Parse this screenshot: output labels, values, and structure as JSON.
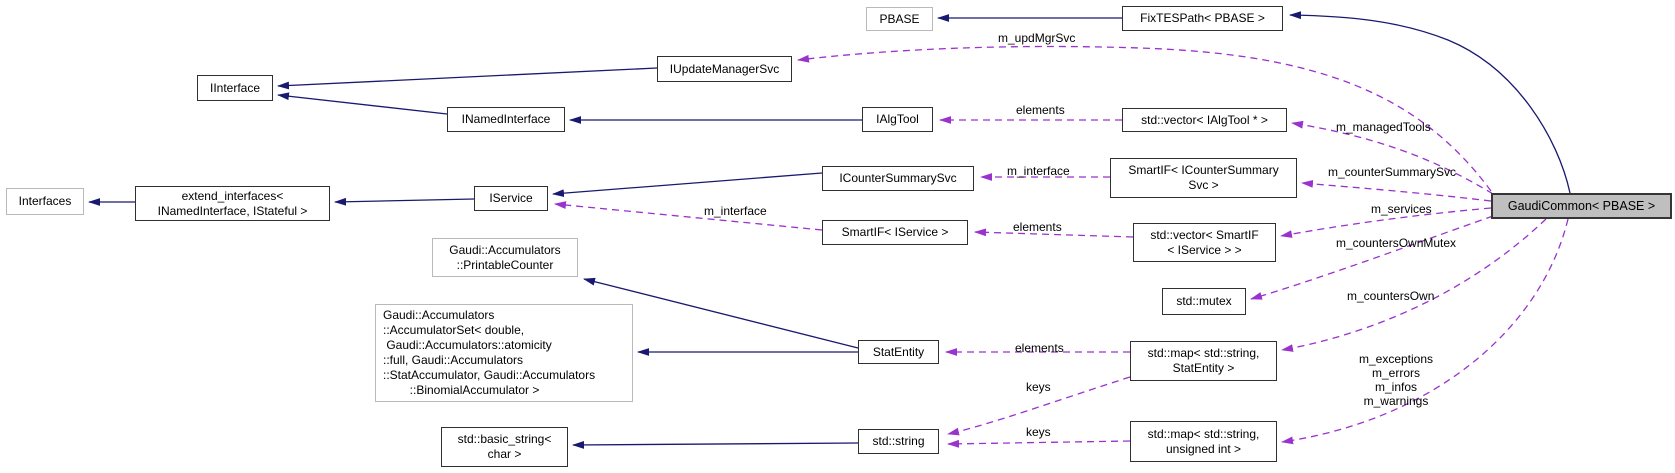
{
  "diagram_title": "GaudiCommon< PBASE > collaboration diagram",
  "colors": {
    "inheritance_edge": "#191970",
    "usage_edge": "#9a32cd",
    "node_background": "#ffffff",
    "highlight_node_background": "#bfbfbf",
    "node_border": "#303030",
    "external_node_border": "#b9b9b9",
    "text": "#000000"
  },
  "nodes": {
    "pbase": "PBASE",
    "fixtespath": "FixTESPath< PBASE >",
    "iinterface": "IInterface",
    "iupdatemanagersvc": "IUpdateManagerSvc",
    "inamedinterface": "INamedInterface",
    "ialgtool": "IAlgTool",
    "vector_ialgtool": "std::vector< IAlgTool * >",
    "interfaces": "Interfaces",
    "extend_interfaces": "extend_interfaces<\nINamedInterface, IStateful >",
    "iservice": "IService",
    "icountersummarysvc": "ICounterSummarySvc",
    "smartif_icss": "SmartIF< ICounterSummary\nSvc >",
    "smartif_iservice": "SmartIF< IService >",
    "vector_smartif_iservice": "std::vector< SmartIF\n< IService > >",
    "std_mutex": "std::mutex",
    "printable_counter": "Gaudi::Accumulators\n::PrintableCounter",
    "accumulator_set": "Gaudi::Accumulators\n::AccumulatorSet< double,\n Gaudi::Accumulators::atomicity\n::full, Gaudi::Accumulators\n::StatAccumulator, Gaudi::Accumulators\n        ::BinomialAccumulator >",
    "statentity": "StatEntity",
    "map_statentity": "std::map< std::string,\nStatEntity >",
    "basic_string": "std::basic_string<\nchar >",
    "std_string": "std::string",
    "map_unsigned": "std::map< std::string,\nunsigned int >",
    "gaudicommon": "GaudiCommon< PBASE >"
  },
  "edge_labels": {
    "m_updMgrSvc": "m_updMgrSvc",
    "elements_algtool": "elements",
    "m_managedTools": "m_managedTools",
    "m_interface_counter": "m_interface",
    "m_counterSummarySvc": "m_counterSummarySvc",
    "m_interface_service": "m_interface",
    "elements_service": "elements",
    "m_services": "m_services",
    "m_countersOwnMutex": "m_countersOwnMutex",
    "m_countersOwn": "m_countersOwn",
    "elements_statentity": "elements",
    "keys_statentity": "keys",
    "keys_unsigned": "keys",
    "m_counts": "m_exceptions\nm_errors\nm_infos\nm_warnings"
  }
}
